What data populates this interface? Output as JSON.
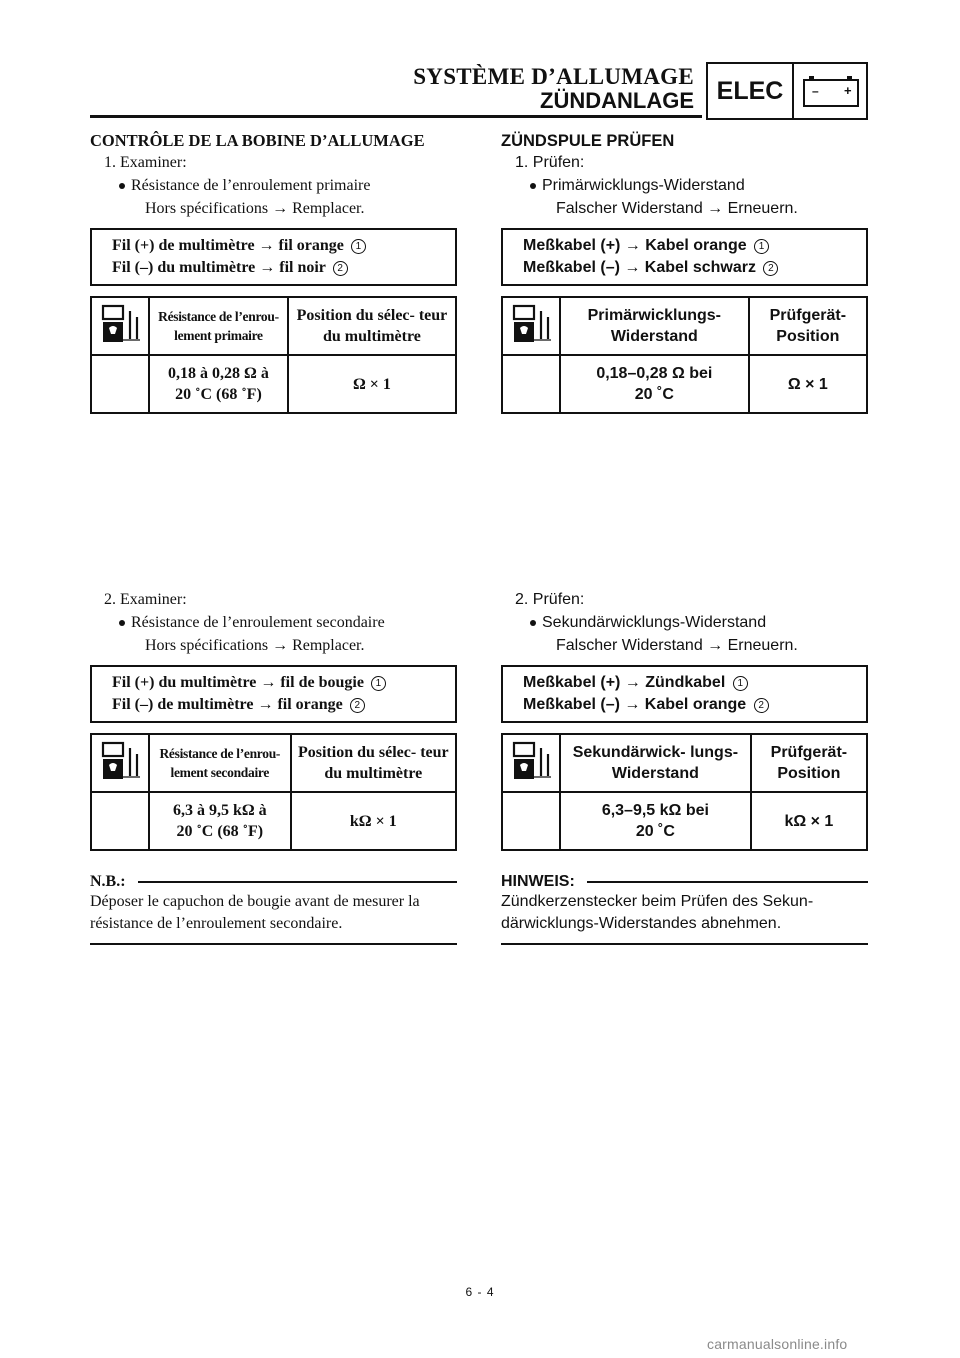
{
  "header": {
    "title_fr": "SYSTÈME D’ALLUMAGE",
    "title_de": "ZÜNDANLAGE",
    "badge": "ELEC",
    "battery_minus": "–",
    "battery_plus": "+"
  },
  "fr": {
    "section_title": "CONTRÔLE DE LA BOBINE D’ALLUMAGE",
    "step1": {
      "label": "1. Examiner:",
      "bullet": "Résistance de l’enroulement primaire",
      "action": "Hors spécifications → Remplacer.",
      "probe_plus": "Fil (+) de multimètre → fil orange",
      "probe_plus_num": "1",
      "probe_minus": "Fil (–) du multimètre → fil noir",
      "probe_minus_num": "2",
      "table": {
        "col1_header": "Résistance de l’enrou- lement primaire",
        "col2_header": "Position du sélec- teur du multimètre",
        "value_line1": "0,18 à 0,28 Ω à",
        "value_line2": "20 ˚C (68 ˚F)",
        "range": "Ω × 1"
      }
    },
    "step2": {
      "label": "2. Examiner:",
      "bullet": "Résistance de l’enroulement secondaire",
      "action": "Hors spécifications → Remplacer.",
      "probe_plus": "Fil (+) du multimètre → fil de bougie",
      "probe_plus_num": "1",
      "probe_minus": "Fil (–) de multimètre → fil orange",
      "probe_minus_num": "2",
      "table": {
        "col1_header": "Résistance de l’enrou- lement secondaire",
        "col2_header": "Position du sélec- teur du multimètre",
        "value_line1": "6,3 à 9,5 kΩ à",
        "value_line2": "20 ˚C (68 ˚F)",
        "range": "kΩ × 1"
      }
    },
    "note_label": "N.B.:",
    "note_text": "Déposer le capuchon de bougie avant de mesurer la résistance de l’enroulement secondaire."
  },
  "de": {
    "section_title": "ZÜNDSPULE PRÜFEN",
    "step1": {
      "label": "1. Prüfen:",
      "bullet": "Primärwicklungs-Widerstand",
      "action": "Falscher Widerstand → Erneuern.",
      "probe_plus": "Meßkabel (+) → Kabel orange",
      "probe_plus_num": "1",
      "probe_minus": "Meßkabel (–) → Kabel schwarz",
      "probe_minus_num": "2",
      "table": {
        "col1_header": "Primärwicklungs- Widerstand",
        "col2_header": "Prüfgerät- Position",
        "value_line1": "0,18–0,28 Ω bei",
        "value_line2": "20 ˚C",
        "range": "Ω × 1"
      }
    },
    "step2": {
      "label": "2. Prüfen:",
      "bullet": "Sekundärwicklungs-Widerstand",
      "action": "Falscher Widerstand → Erneuern.",
      "probe_plus": "Meßkabel (+) → Zündkabel",
      "probe_plus_num": "1",
      "probe_minus": "Meßkabel (–) → Kabel orange",
      "probe_minus_num": "2",
      "table": {
        "col1_header": "Sekundärwick- lungs-Widerstand",
        "col2_header": "Prüfgerät- Position",
        "value_line1": "6,3–9,5 kΩ bei",
        "value_line2": "20 ˚C",
        "range": "kΩ × 1"
      }
    },
    "note_label": "HINWEIS:",
    "note_text": "Zündkerzenstecker beim Prüfen des Sekun- därwicklungs-Widerstandes abnehmen."
  },
  "page_number": "6 - 4",
  "watermark": "carmanualsonline.info"
}
